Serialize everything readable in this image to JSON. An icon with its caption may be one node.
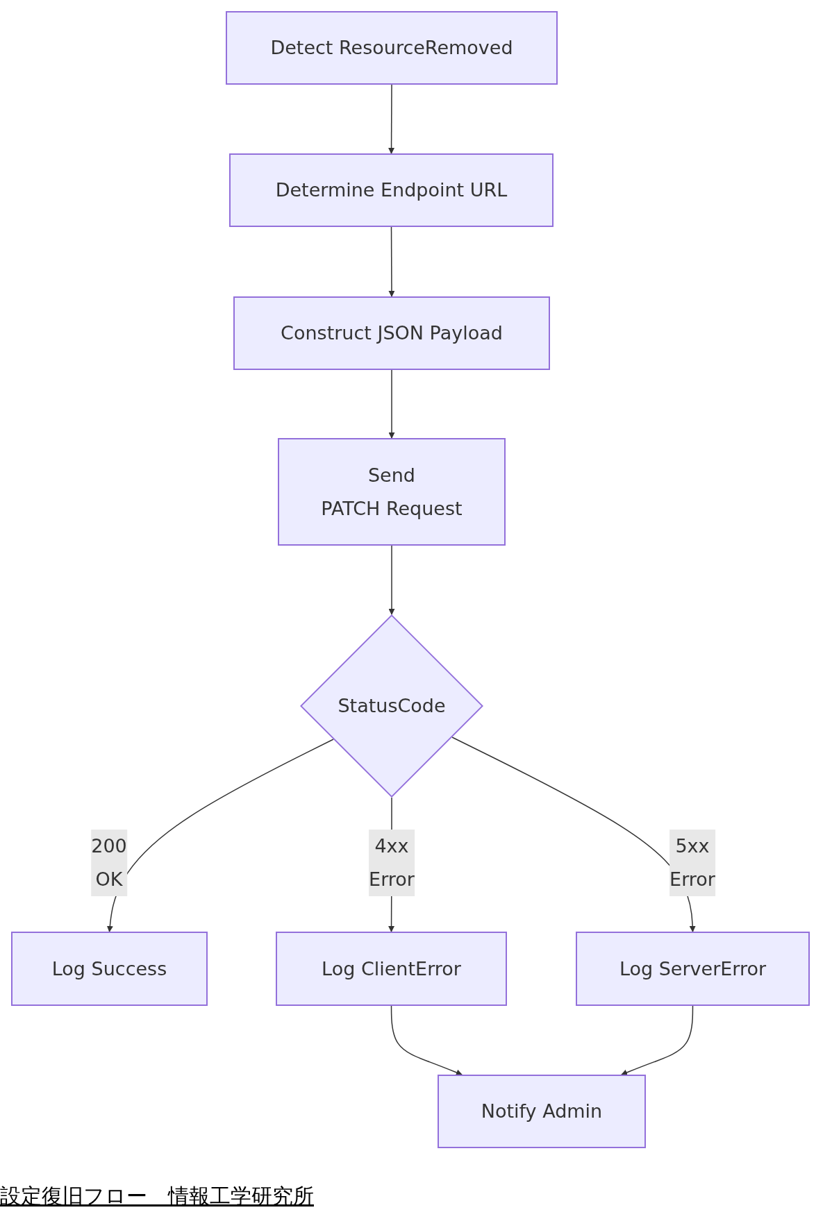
{
  "diagram": {
    "caption": "設定復旧フロー　情報工学研究所",
    "nodes": [
      {
        "text": [
          "Detect ResourceRemoved"
        ]
      },
      {
        "text": [
          "Determine Endpoint URL"
        ]
      },
      {
        "text": [
          "Construct JSON Payload"
        ]
      },
      {
        "text": [
          "Send PATCH Request"
        ]
      },
      {
        "text": [
          "StatusCode"
        ]
      },
      {
        "text": [
          "Log Success"
        ]
      },
      {
        "text": [
          "Log ClientError"
        ]
      },
      {
        "text": [
          "Log ServerError"
        ]
      },
      {
        "text": [
          "Notify Admin"
        ]
      }
    ],
    "edges": [
      {
        "from": 0,
        "to": 1,
        "arrow": "to"
      },
      {
        "from": 1,
        "to": 2,
        "arrow": "to"
      },
      {
        "from": 2,
        "to": 3,
        "arrow": "to"
      },
      {
        "from": 3,
        "to": 4,
        "arrow": "to"
      },
      {
        "from": 4,
        "to": 5,
        "arrow": "to",
        "label": "200 OK"
      },
      {
        "from": 4,
        "to": 6,
        "arrow": "to",
        "label": "4xx Error"
      },
      {
        "from": 4,
        "to": 7,
        "arrow": "to",
        "label": "5xx Error"
      },
      {
        "from": 6,
        "to": 8,
        "arrow": "to"
      },
      {
        "from": 7,
        "to": 8,
        "arrow": "to"
      }
    ]
  }
}
